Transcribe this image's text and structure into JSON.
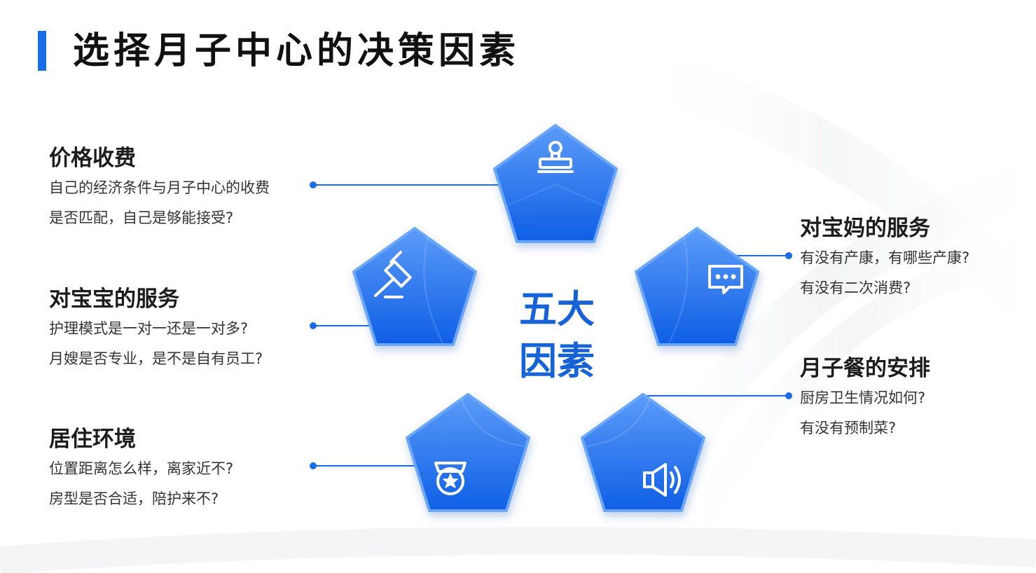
{
  "title": "选择月子中心的决策因素",
  "center": {
    "line1": "五大",
    "line2": "因素"
  },
  "factors": [
    {
      "title": "价格收费",
      "line1": "自己的经济条件与月子中心的收费",
      "line2": "是否匹配，自己是够能接受?",
      "icon": "stamp-icon"
    },
    {
      "title": "对宝宝的服务",
      "line1": "护理模式是一对一还是一对多?",
      "line2": "月嫂是否专业，是不是自有员工?",
      "icon": "gavel-icon"
    },
    {
      "title": "居住环境",
      "line1": "位置距离怎么样，离家近不?",
      "line2": "房型是否合适，陪护来不?",
      "icon": "medal-icon"
    },
    {
      "title": "对宝妈的服务",
      "line1": "有没有产康，有哪些产康?",
      "line2": "有没有二次消费?",
      "icon": "chat-icon"
    },
    {
      "title": "月子餐的安排",
      "line1": "厨房卫生情况如何?",
      "line2": "有没有预制菜?",
      "icon": "speaker-icon"
    }
  ],
  "colors": {
    "accent": "#1a6de8",
    "pentagon_top": "#5b9bf8",
    "pentagon_bottom": "#0f5fe6",
    "center_text": "#1663d8"
  }
}
